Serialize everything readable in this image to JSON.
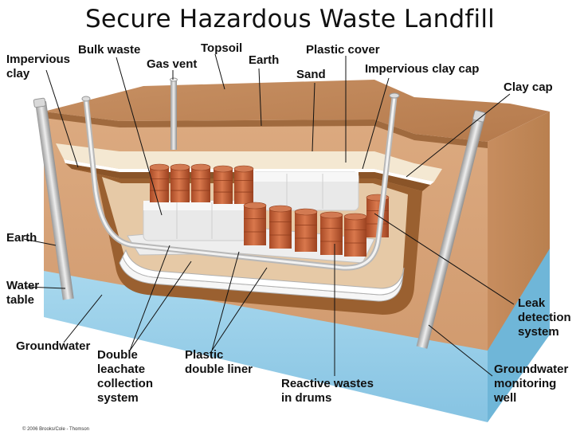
{
  "title": "Secure Hazardous Waste Landfill",
  "labels": {
    "impervious_clay": "Impervious\nclay",
    "bulk_waste": "Bulk waste",
    "gas_vent": "Gas vent",
    "topsoil": "Topsoil",
    "earth_top": "Earth",
    "plastic_cover": "Plastic cover",
    "sand": "Sand",
    "impervious_clay_cap": "Impervious clay cap",
    "clay_cap": "Clay cap",
    "earth_left": "Earth",
    "water_table": "Water\ntable",
    "groundwater": "Groundwater",
    "double_leachate": "Double\nleachate\ncollection\nsystem",
    "plastic_double_liner": "Plastic\ndouble liner",
    "reactive_wastes": "Reactive wastes\nin drums",
    "leak_detection": "Leak\ndetection\nsystem",
    "groundwater_monitoring": "Groundwater\nmonitoring\nwell"
  },
  "copyright": "© 2006 Brooks/Cole - Thomson",
  "colors": {
    "earth": "#d9a57a",
    "topsoil": "#b77b4f",
    "clay_liner": "#9a6030",
    "sand": "#f4e8d2",
    "water": "#8fcbe6",
    "drum": "#c8643a",
    "bulk_waste": "#ececec",
    "pipe": "#c9c9c9"
  }
}
